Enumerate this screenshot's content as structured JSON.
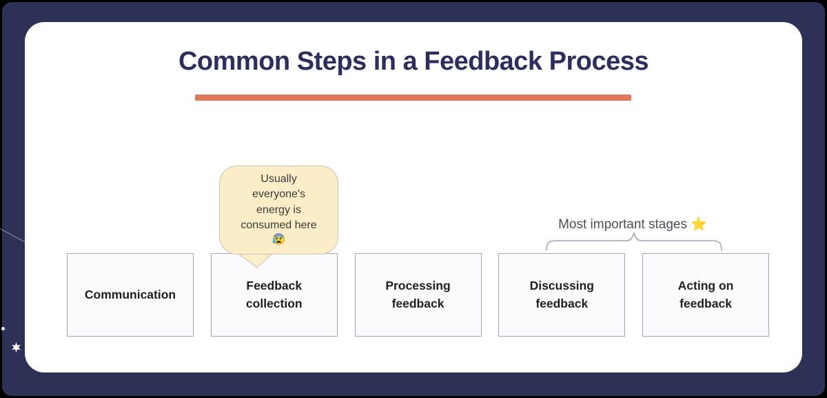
{
  "page": {
    "title": "Common Steps in a Feedback Process"
  },
  "callout": {
    "text": "Usually everyone's energy is consumed here",
    "emoji": "😰"
  },
  "annotation": {
    "label": "Most important stages",
    "emoji": "⭐"
  },
  "steps": [
    {
      "label": "Communication"
    },
    {
      "label": "Feedback collection"
    },
    {
      "label": "Processing feedback"
    },
    {
      "label": "Discussing feedback"
    },
    {
      "label": "Acting on feedback"
    }
  ],
  "colors": {
    "frame": "#000000",
    "background_navy": "#2E3156",
    "card": "#FFFFFF",
    "title_text": "#2D2E5F",
    "divider_orange": "#E0795B",
    "callout_fill": "#FBEDC7",
    "callout_border": "#C8C3B2",
    "box_fill": "#FBFBFD",
    "box_border": "#A5A3BA",
    "brace_stroke": "#9E9CB5",
    "annotation_text": "#4D4D57"
  }
}
